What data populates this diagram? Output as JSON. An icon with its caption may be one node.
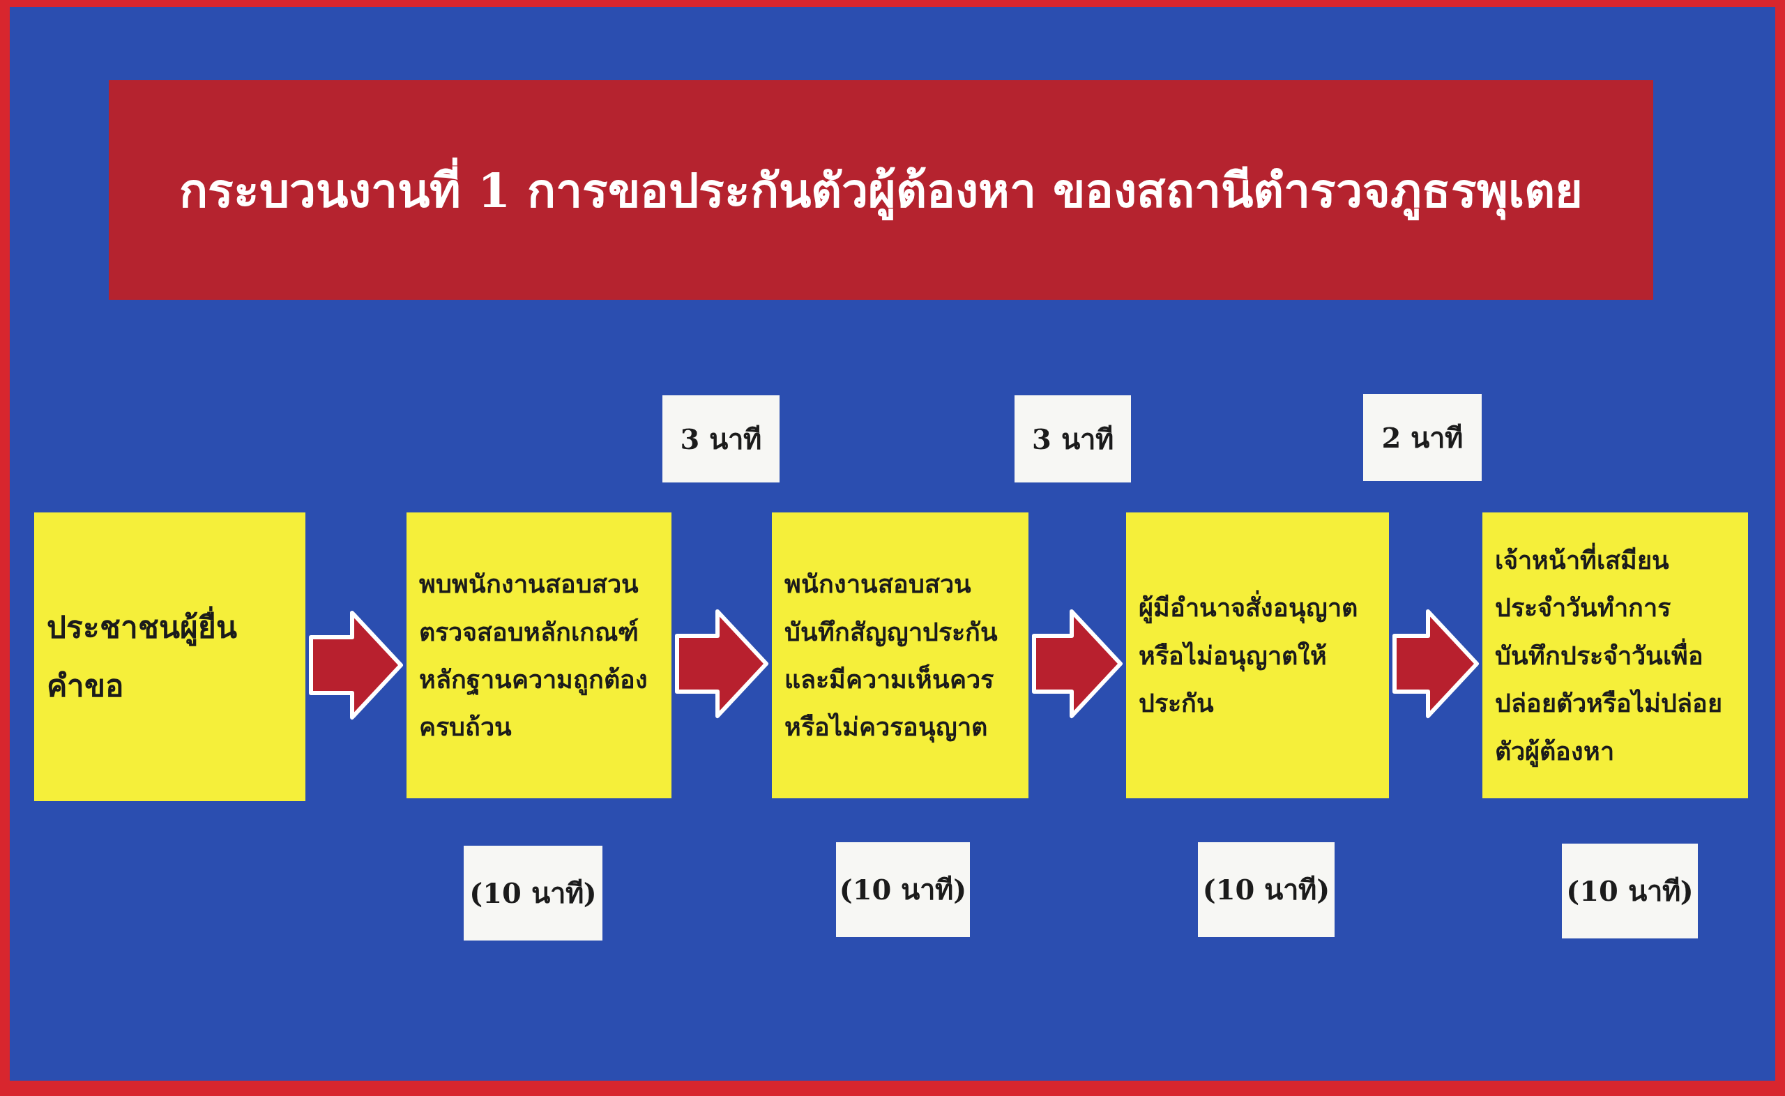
{
  "diagram": {
    "title": "กระบวนงานที่ 1 การขอประกันตัวผู้ต้องหา ของสถานีตำรวจภูธรพุเตย",
    "nodes": [
      {
        "text": [
          "ประชาชนผู้ยื่นคำขอ"
        ]
      },
      {
        "text": [
          "พบพนักงานสอบสวนตรวจสอบหลักเกณฑ์หลักฐานความถูกต้องครบถ้วน"
        ],
        "beside": [
          "(10 นาที)"
        ]
      },
      {
        "text": [
          "พนักงานสอบสวนบันทึกสัญญาประกันและมีความเห็นควรหรือไม่ควรอนุญาต"
        ],
        "beside": [
          "(10 นาที)"
        ]
      },
      {
        "text": [
          "ผู้มีอำนาจสั่งอนุญาตหรือไม่อนุญาตให้ประกัน"
        ],
        "beside": [
          "(10 นาที)"
        ]
      },
      {
        "text": [
          "เจ้าหน้าที่เสมียนประจำวันทำการบันทึกประจำวันเพื่อปล่อยตัวหรือไม่ปล่อยตัวผู้ต้องหา"
        ],
        "beside": [
          "(10 นาที)"
        ]
      }
    ],
    "edges": [
      {
        "from": 0,
        "to": 1,
        "arrow": "to"
      },
      {
        "from": 1,
        "to": 2,
        "arrow": "to"
      },
      {
        "from": 2,
        "to": 3,
        "arrow": "to"
      },
      {
        "from": 3,
        "to": 4,
        "arrow": "to"
      }
    ],
    "labels": [
      "3 นาที",
      "3 นาที",
      "2 นาที"
    ]
  }
}
